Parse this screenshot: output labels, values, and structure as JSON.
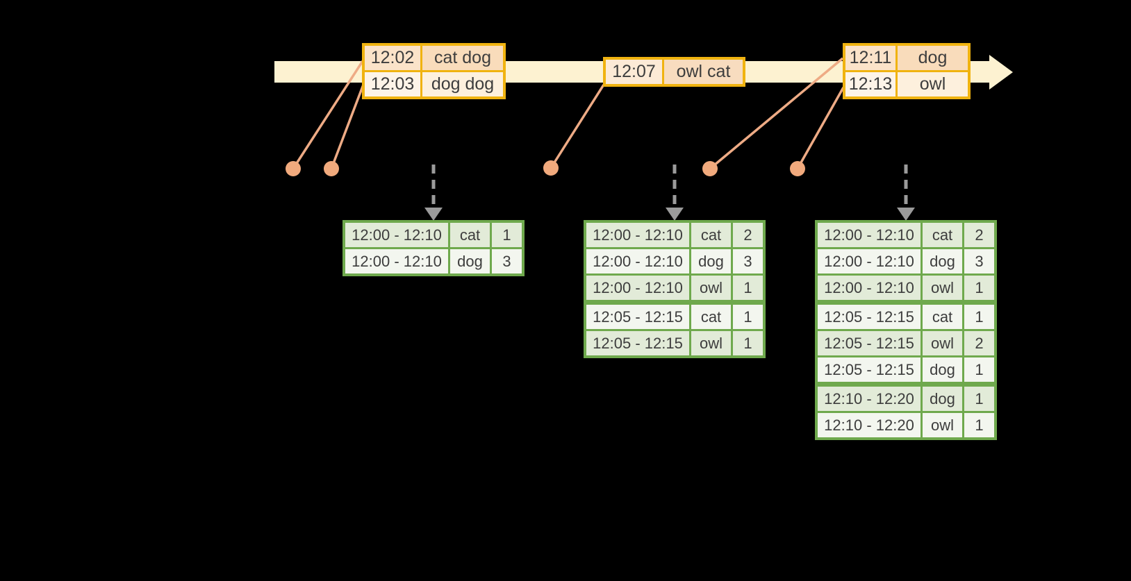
{
  "timeline": {
    "event_tables": [
      {
        "rows": [
          [
            "12:02",
            "cat dog"
          ],
          [
            "12:03",
            "dog dog"
          ]
        ]
      },
      {
        "rows": [
          [
            "12:07",
            "owl cat"
          ]
        ]
      },
      {
        "rows": [
          [
            "12:11",
            "dog"
          ],
          [
            "12:13",
            "owl"
          ]
        ]
      }
    ]
  },
  "result_tables": [
    {
      "rows": [
        [
          "12:00 - 12:10",
          "cat",
          "1"
        ],
        [
          "12:00 - 12:10",
          "dog",
          "3"
        ]
      ]
    },
    {
      "rows": [
        [
          "12:00 - 12:10",
          "cat",
          "2"
        ],
        [
          "12:00 - 12:10",
          "dog",
          "3"
        ],
        [
          "12:00 - 12:10",
          "owl",
          "1"
        ],
        [
          "12:05 - 12:15",
          "cat",
          "1"
        ],
        [
          "12:05 - 12:15",
          "owl",
          "1"
        ]
      ]
    },
    {
      "rows": [
        [
          "12:00 - 12:10",
          "cat",
          "2"
        ],
        [
          "12:00 - 12:10",
          "dog",
          "3"
        ],
        [
          "12:00 - 12:10",
          "owl",
          "1"
        ],
        [
          "12:05 - 12:15",
          "cat",
          "1"
        ],
        [
          "12:05 - 12:15",
          "owl",
          "2"
        ],
        [
          "12:05 - 12:15",
          "dog",
          "1"
        ],
        [
          "12:10 - 12:20",
          "dog",
          "1"
        ],
        [
          "12:10 - 12:20",
          "owl",
          "1"
        ]
      ]
    }
  ],
  "colors": {
    "background": "#000000",
    "timeline_band": "#fdf2d1",
    "event_border": "#f0b310",
    "event_row_peach": "#f9dcbb",
    "event_row_cream": "#fdf0dd",
    "connector": "#eeab85",
    "dot": "#f1aa7d",
    "dashed_arrow": "#9b9b9b",
    "result_border": "#6fa94d",
    "result_row_dark": "#e2ebd8",
    "result_row_light": "#f3f6ef",
    "text": "#3d3d3d"
  }
}
